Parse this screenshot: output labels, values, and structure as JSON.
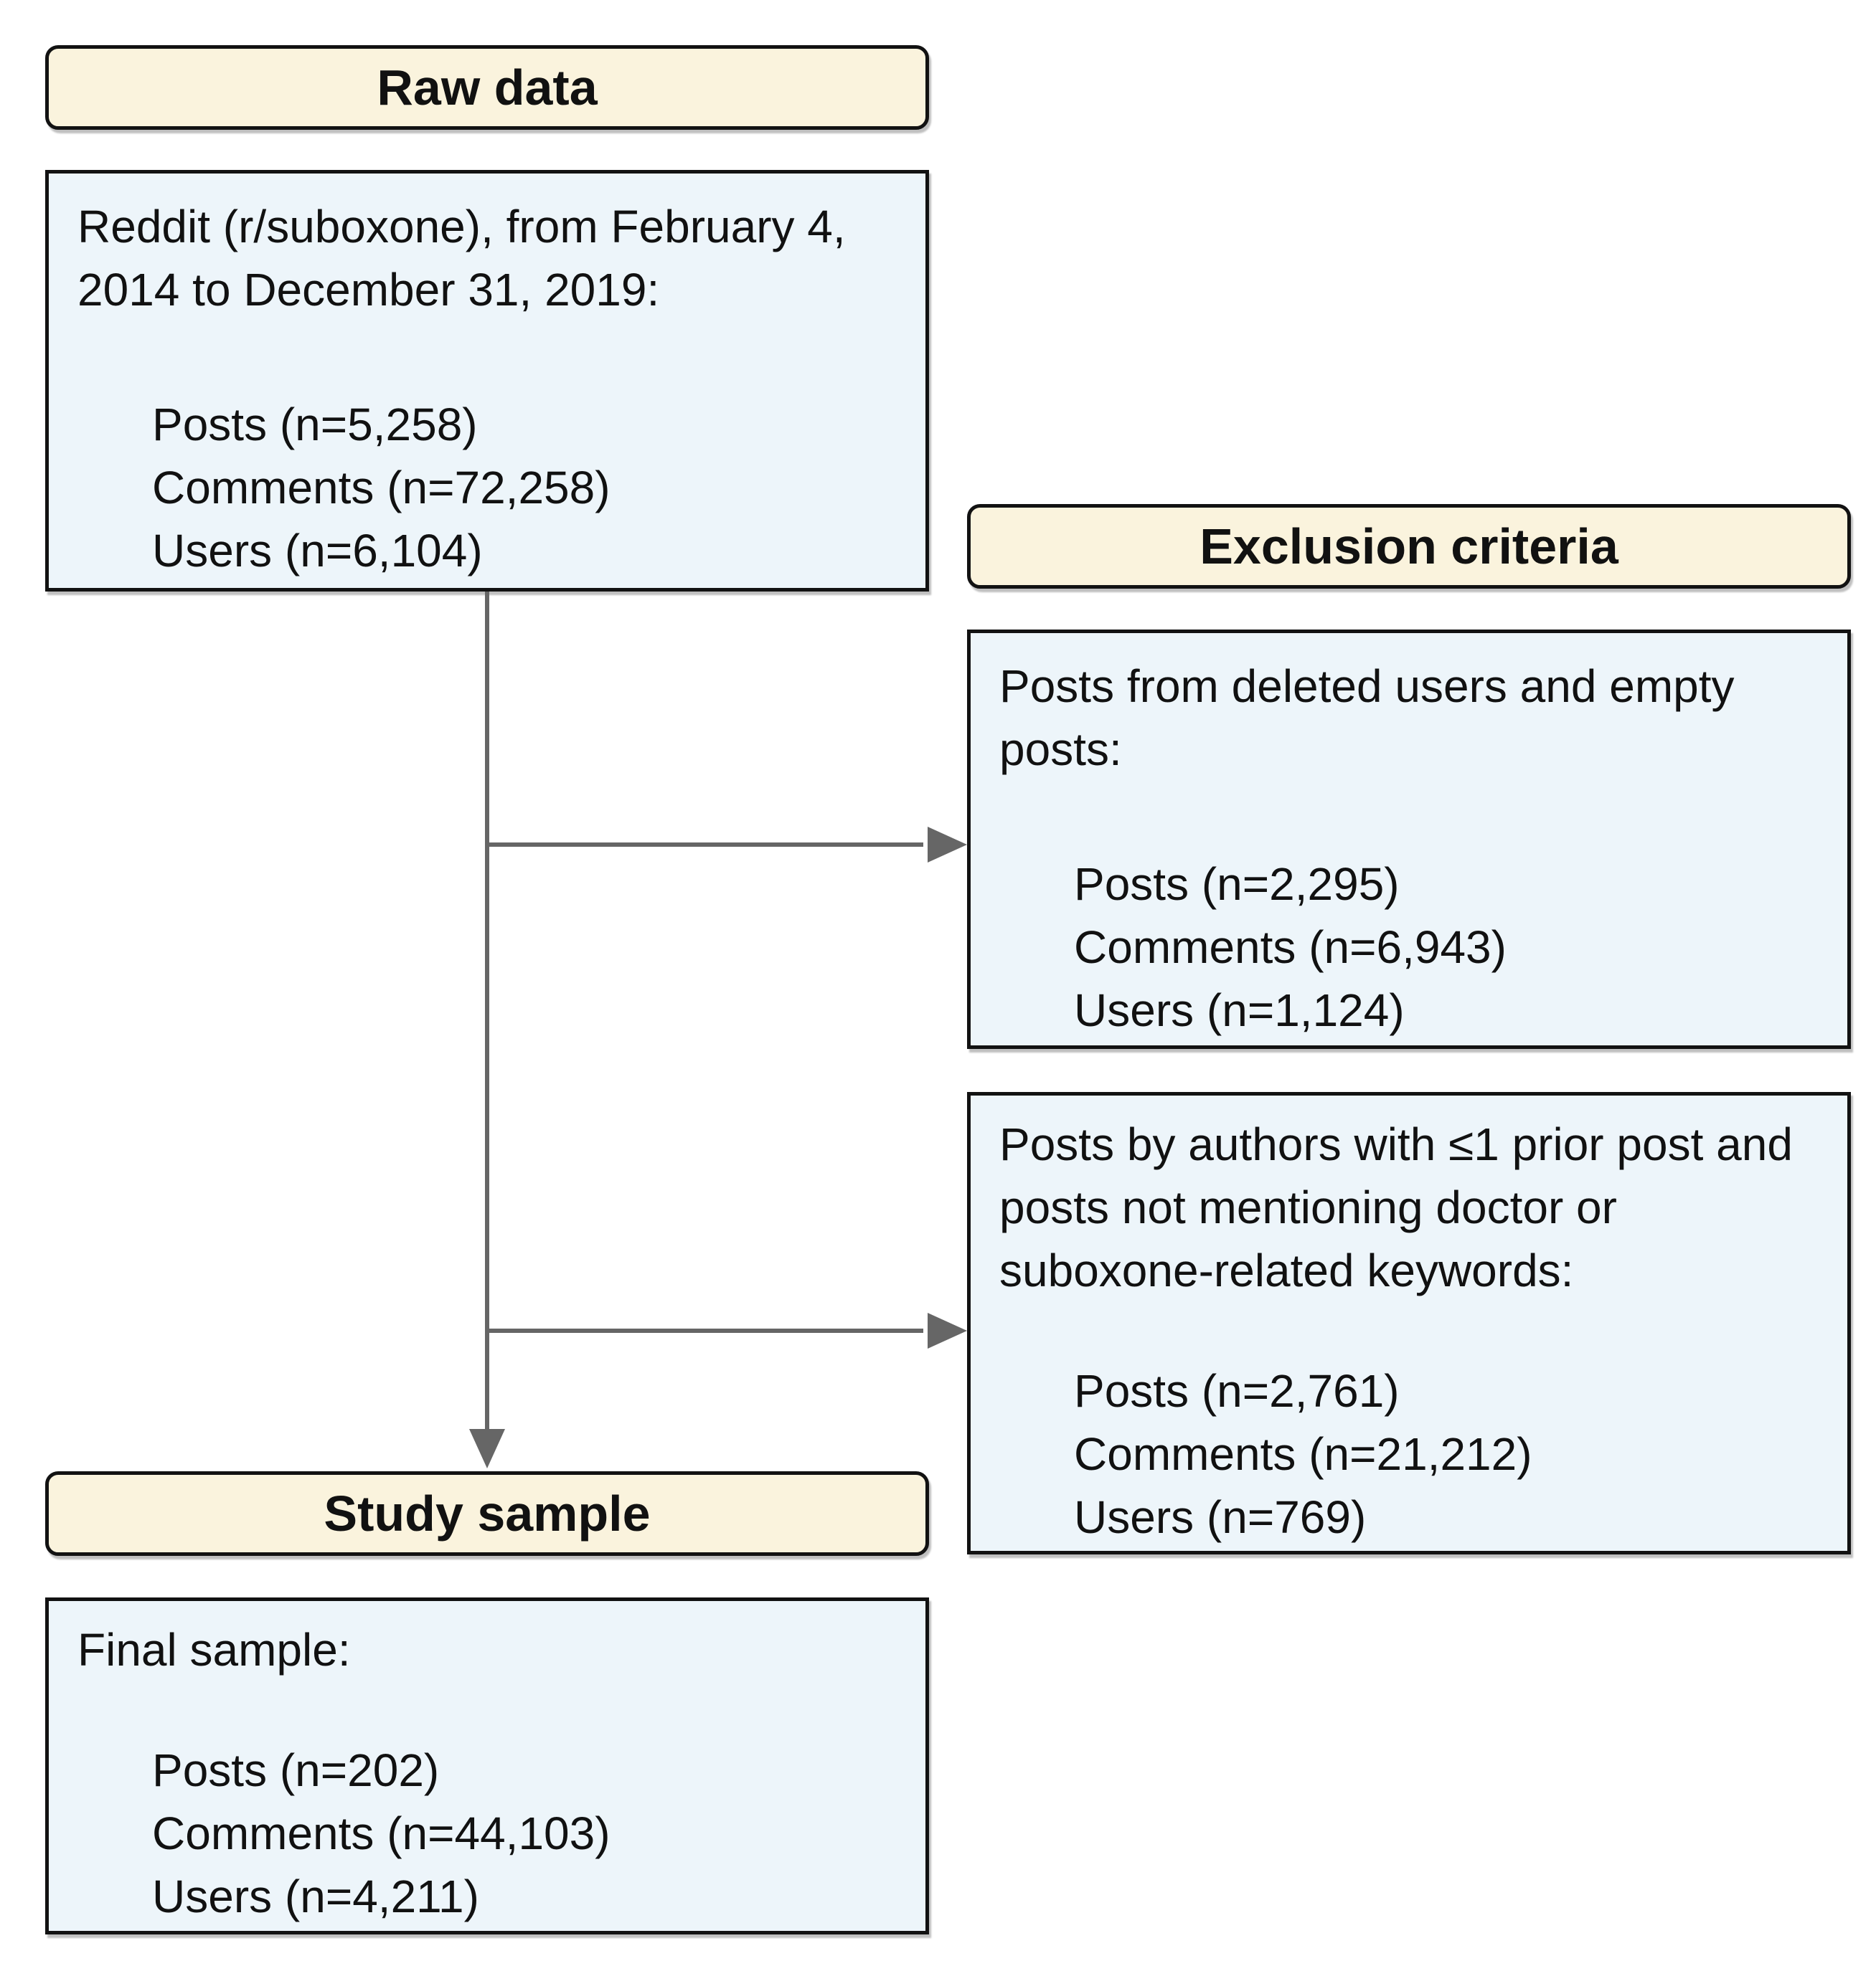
{
  "colors": {
    "header_bg": "#faf3dd",
    "box_bg": "#edf5fa",
    "border": "#121212",
    "arrow": "#666666",
    "text": "#111111"
  },
  "raw_data": {
    "title": "Raw data",
    "description": "Reddit (r/suboxone), from February 4, 2014 to December 31, 2019:",
    "items": [
      "Posts (n=5,258)",
      "Comments (n=72,258)",
      "Users (n=6,104)"
    ]
  },
  "exclusion": {
    "title": "Exclusion criteria",
    "steps": [
      {
        "description": "Posts from deleted users and empty posts:",
        "items": [
          "Posts (n=2,295)",
          "Comments (n=6,943)",
          "Users (n=1,124)"
        ]
      },
      {
        "description": "Posts by authors with ≤1 prior post and posts not mentioning doctor or suboxone-related keywords:",
        "items": [
          "Posts (n=2,761)",
          "Comments (n=21,212)",
          "Users (n=769)"
        ]
      }
    ]
  },
  "study_sample": {
    "title": "Study sample",
    "description": "Final sample:",
    "items": [
      "Posts (n=202)",
      "Comments (n=44,103)",
      "Users (n=4,211)"
    ]
  }
}
